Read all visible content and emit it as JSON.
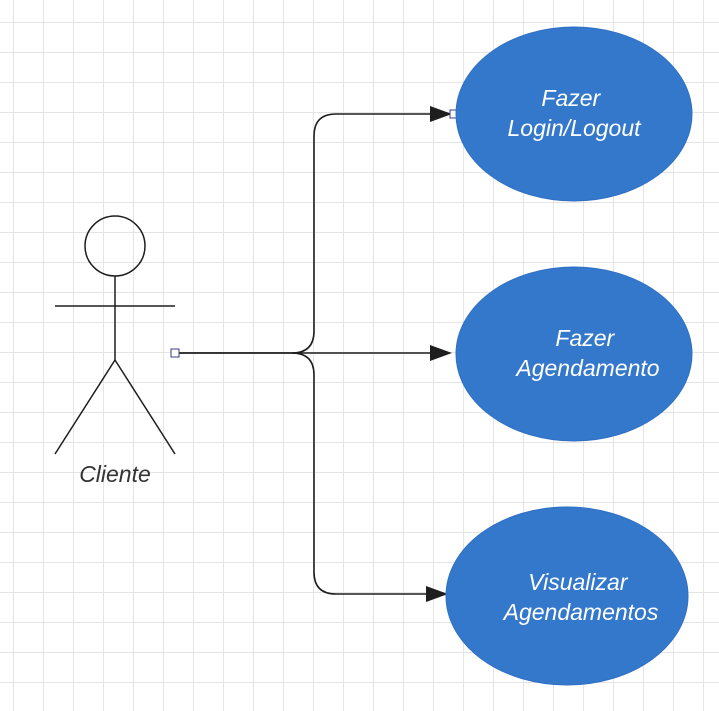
{
  "diagram": {
    "actor": {
      "label": "Cliente"
    },
    "use_cases": [
      {
        "id": "login",
        "lines": [
          "Fazer",
          "Login/Logout"
        ]
      },
      {
        "id": "agendamento",
        "lines": [
          "Fazer",
          "Agendamento"
        ]
      },
      {
        "id": "visualizar",
        "lines": [
          "Visualizar",
          "Agendamentos"
        ]
      }
    ],
    "colors": {
      "use_case_fill": "#3478cc",
      "connector": "#1e1e1e",
      "grid": "#e4e4e4"
    }
  }
}
